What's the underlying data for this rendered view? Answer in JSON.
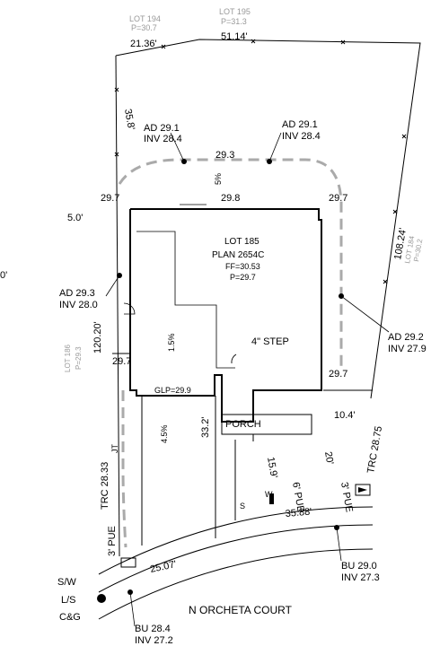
{
  "neighbors": {
    "lot194": {
      "label": "LOT 194",
      "p": "P=30.7"
    },
    "lot195": {
      "label": "LOT 195",
      "p": "P=31.3"
    },
    "lot186": {
      "label": "LOT 186",
      "p": "P=29.3"
    },
    "lot184": {
      "label": "LOT 184",
      "p": "P=30.2"
    }
  },
  "dimensions": {
    "north_left": "21.36'",
    "north_right": "51.14'",
    "west_top": "35.8'",
    "west_bottom": "120.20'",
    "east": "108.24'",
    "front_setback": "5.0'",
    "trc_left": "TRC 28.33",
    "trc_right": "TRC 28.75",
    "arc_right": "35.88'",
    "arc_left": "25.07'",
    "driveway": "33.2'",
    "porch_depth": "15.9'",
    "side_right": "10.4'",
    "front_yard": "20'",
    "pue_6": "6' PUE",
    "pue_left": "3' PUE",
    "pue_right": "3' PUE",
    "left_edge": "0'",
    "jt": "JT"
  },
  "drains": {
    "ad_top_left": {
      "ad": "AD 29.1",
      "inv": "INV 28.4"
    },
    "ad_top_right": {
      "ad": "AD 29.1",
      "inv": "INV 28.4"
    },
    "ad_left": {
      "ad": "AD 29.3",
      "inv": "INV 28.0"
    },
    "ad_right": {
      "ad": "AD 29.2",
      "inv": "INV 27.9"
    },
    "bu_right": {
      "bu": "BU 29.0",
      "inv": "INV 27.3"
    },
    "bu_left": {
      "bu": "BU 28.4",
      "inv": "INV 27.2"
    }
  },
  "spot_elevations": {
    "top_mid": "29.3",
    "top_house": "29.8",
    "nw": "29.7",
    "ne": "29.7",
    "w_mid": "29.7",
    "se": "29.7"
  },
  "slopes": {
    "top": "5%",
    "house": "1.5%",
    "drive": "4.5%"
  },
  "house": {
    "lot": "LOT 185",
    "plan": "PLAN 2654C",
    "ff": "FF=30.53",
    "p": "P=29.7",
    "step": "4\" STEP",
    "glp": "GLP=29.9",
    "porch": "PORCH"
  },
  "utilities": {
    "sw": "S/W",
    "ls": "L/S",
    "cg": "C&G",
    "s": "S",
    "w": "W"
  },
  "street": "N  ORCHETA  COURT"
}
